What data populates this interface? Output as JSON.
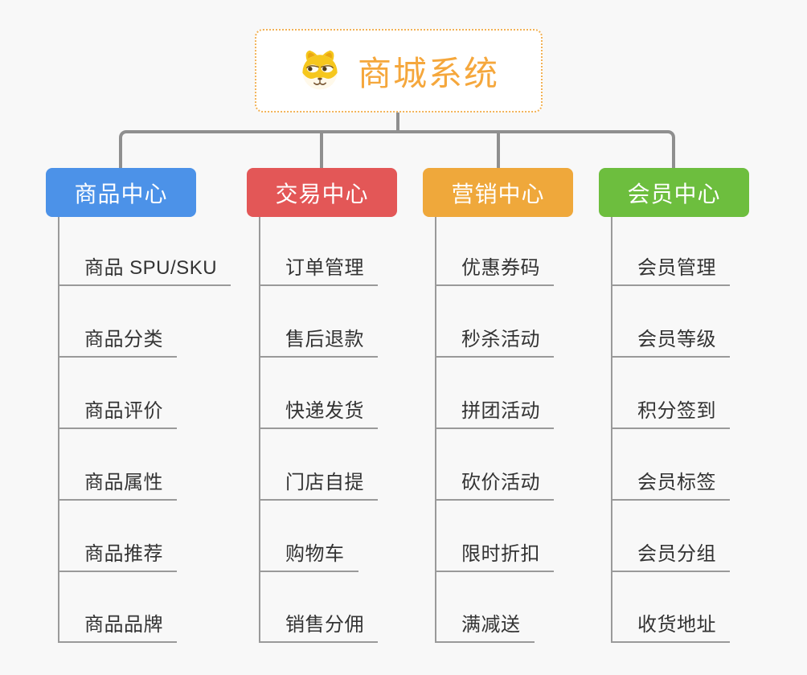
{
  "root": {
    "title": "商城系统",
    "icon": "dog-face-icon",
    "title_color": "#F5A73C",
    "border_color": "#F2B256"
  },
  "colors": {
    "background": "#F8F8F8",
    "connector": "#8F8F8F",
    "spine": "#9A9A9A",
    "item_text": "#333333"
  },
  "branches": [
    {
      "label": "商品中心",
      "color": "#4C92E8",
      "items": [
        "商品 SPU/SKU",
        "商品分类",
        "商品评价",
        "商品属性",
        "商品推荐",
        "商品品牌"
      ]
    },
    {
      "label": "交易中心",
      "color": "#E35757",
      "items": [
        "订单管理",
        "售后退款",
        "快递发货",
        "门店自提",
        "购物车",
        "销售分佣"
      ]
    },
    {
      "label": "营销中心",
      "color": "#EFA83B",
      "items": [
        "优惠券码",
        "秒杀活动",
        "拼团活动",
        "砍价活动",
        "限时折扣",
        "满减送"
      ]
    },
    {
      "label": "会员中心",
      "color": "#6DBE3E",
      "items": [
        "会员管理",
        "会员等级",
        "积分签到",
        "会员标签",
        "会员分组",
        "收货地址"
      ]
    }
  ]
}
